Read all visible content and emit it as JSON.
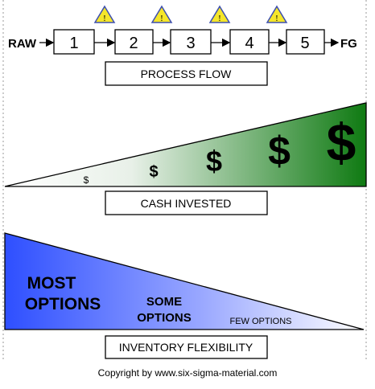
{
  "process": {
    "start_label": "RAW",
    "end_label": "FG",
    "steps": [
      "1",
      "2",
      "3",
      "4",
      "5"
    ],
    "warning_icon": "triangle-i-icon",
    "caption": "PROCESS FLOW"
  },
  "cash": {
    "caption": "CASH INVESTED",
    "symbols": [
      "$",
      "$",
      "$",
      "$",
      "$"
    ],
    "gradient_light": "#ffffff",
    "gradient_dark": "#0f7a12"
  },
  "options": {
    "caption": "INVENTORY FLEXIBILITY",
    "most_line1": "MOST",
    "most_line2": "OPTIONS",
    "some_line1": "SOME",
    "some_line2": "OPTIONS",
    "few": "FEW OPTIONS",
    "gradient_dark": "#2e4fff",
    "gradient_light": "#ffffff"
  },
  "copyright": "Copyright by www.six-sigma-material.com"
}
